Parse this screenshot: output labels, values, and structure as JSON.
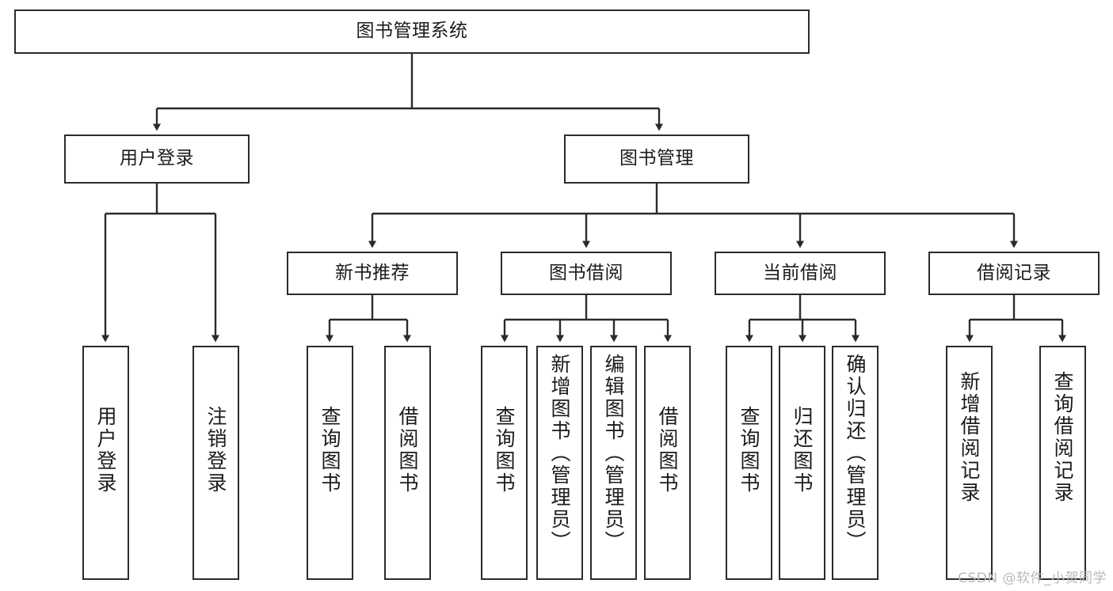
{
  "diagram": {
    "type": "tree",
    "title": "图书管理系统",
    "stroke_color": "#2b2b2b",
    "fill_color": "#ffffff",
    "text_color": "#1b1b1b",
    "watermark": "CSDN @软件_小贺同学",
    "nodes": {
      "root": {
        "label": "图书管理系统"
      },
      "level2": [
        {
          "key": "user_login",
          "label": "用户登录"
        },
        {
          "key": "book_manage",
          "label": "图书管理"
        }
      ],
      "level3": [
        {
          "key": "new_book_rec",
          "label": "新书推荐"
        },
        {
          "key": "book_borrow",
          "label": "图书借阅"
        },
        {
          "key": "current_borrow",
          "label": "当前借阅"
        },
        {
          "key": "borrow_record",
          "label": "借阅记录"
        }
      ],
      "leaves": {
        "user_login": [
          {
            "key": "leaf_user_login",
            "label": "用户登录"
          },
          {
            "key": "leaf_logout",
            "label": "注销登录"
          }
        ],
        "new_book_rec": [
          {
            "key": "leaf_query_book_1",
            "label": "查询图书"
          },
          {
            "key": "leaf_borrow_book_1",
            "label": "借阅图书"
          }
        ],
        "book_borrow": [
          {
            "key": "leaf_query_book_2",
            "label": "查询图书"
          },
          {
            "key": "leaf_add_book",
            "label": "新增图书（管理员）"
          },
          {
            "key": "leaf_edit_book",
            "label": "编辑图书（管理员）"
          },
          {
            "key": "leaf_borrow_book_2",
            "label": "借阅图书"
          }
        ],
        "current_borrow": [
          {
            "key": "leaf_query_book_3",
            "label": "查询图书"
          },
          {
            "key": "leaf_return_book",
            "label": "归还图书"
          },
          {
            "key": "leaf_confirm_return",
            "label": "确认归还（管理员）"
          }
        ],
        "borrow_record": [
          {
            "key": "leaf_add_record",
            "label": "新增借阅记录"
          },
          {
            "key": "leaf_query_record",
            "label": "查询借阅记录"
          }
        ]
      }
    }
  }
}
